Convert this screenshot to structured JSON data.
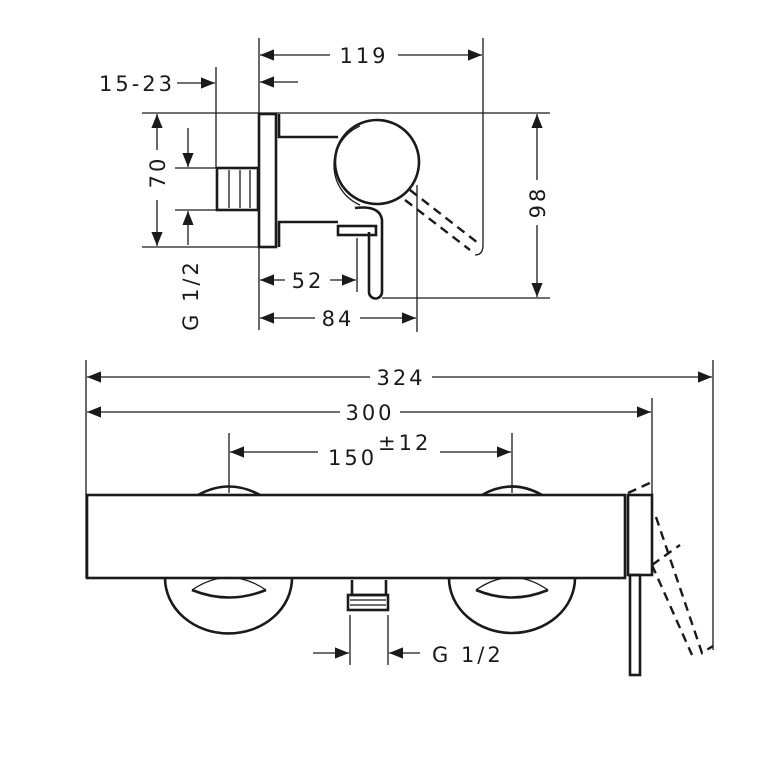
{
  "side_view": {
    "dim_width": "119",
    "dim_wall": "15-23",
    "dim_height_70": "70",
    "dim_connection": "G 1/2",
    "dim_height_98": "98",
    "dim_52": "52",
    "dim_84": "84"
  },
  "front_view": {
    "dim_total": "324",
    "dim_body": "300",
    "dim_center": "150",
    "dim_center_tolerance": "±12",
    "dim_connection": "G 1/2"
  }
}
